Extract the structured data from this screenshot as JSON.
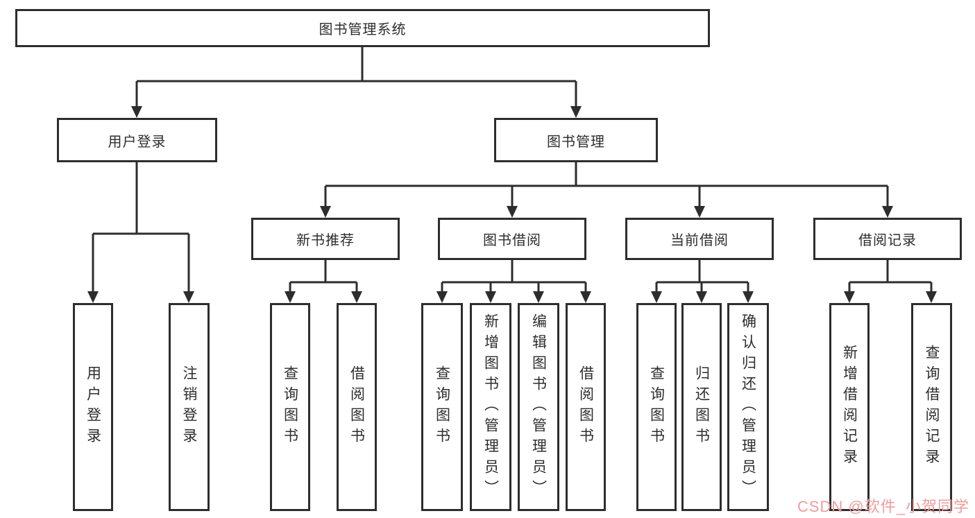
{
  "diagram": {
    "root": {
      "label": "图书管理系统"
    },
    "level2": {
      "user_login": "用户登录",
      "book_management": "图书管理"
    },
    "level3": {
      "new_book_recommend": "新书推荐",
      "book_borrowing": "图书借阅",
      "current_borrowing": "当前借阅",
      "borrowing_records": "借阅记录"
    },
    "leaves": {
      "user_login": [
        "用户登录",
        "注销登录"
      ],
      "new_book_recommend": [
        "查询图书",
        "借阅图书"
      ],
      "book_borrowing": [
        "查询图书",
        "新增图书（管理员）",
        "编辑图书（管理员）",
        "借阅图书"
      ],
      "current_borrowing": [
        "查询图书",
        "归还图书",
        "确认归还（管理员）"
      ],
      "borrowing_records": [
        "新增借阅记录",
        "查询借阅记录"
      ]
    }
  },
  "watermark": {
    "text": "CSDN @软件_小贺同学",
    "color": "#ee9c9c"
  },
  "colors": {
    "line": "#2d2d2d",
    "background": "#ffffff"
  }
}
